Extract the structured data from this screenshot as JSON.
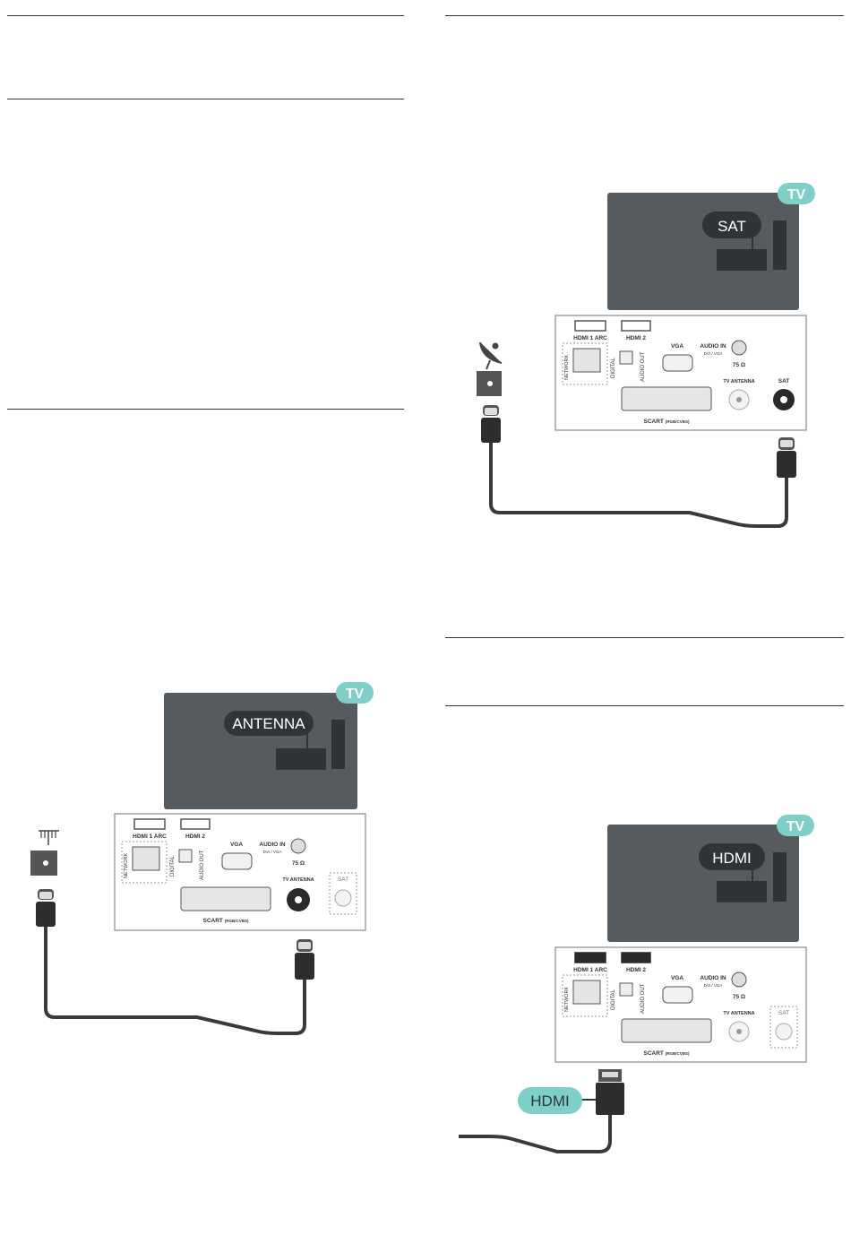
{
  "colors": {
    "tv_body": "#555b5e",
    "panel_border": "#8a8a8a",
    "badge": "#7fcfc9",
    "pill": "#2f3537",
    "pill_text": "#ffffff",
    "cable": "#3a3a3a",
    "port_outline": "#555555",
    "dotted": "#9a9a9a"
  },
  "diagrams": {
    "antenna": {
      "tv_badge": "TV",
      "tv_label": "ANTENNA",
      "panel": {
        "hdmi1": "HDMI 1 ARC",
        "hdmi2": "HDMI 2",
        "network": "NETWORK",
        "digital": "DIGITAL",
        "audio_out": "AUDIO OUT",
        "vga": "VGA",
        "audio_in": "AUDIO IN",
        "audio_in_sub": "DVI / VGA",
        "ohm": "75 Ω",
        "tv_antenna": "TV ANTENNA",
        "sat": "SAT",
        "scart": "SCART",
        "scart_sub": "(RGB/CVBS)"
      },
      "source_icon": "antenna-icon"
    },
    "satellite": {
      "tv_badge": "TV",
      "tv_label": "SAT",
      "panel": {
        "hdmi1": "HDMI 1 ARC",
        "hdmi2": "HDMI 2",
        "network": "NETWORK",
        "digital": "DIGITAL",
        "audio_out": "AUDIO OUT",
        "vga": "VGA",
        "audio_in": "AUDIO IN",
        "audio_in_sub": "DVI / VGA",
        "ohm": "75 Ω",
        "tv_antenna": "TV ANTENNA",
        "sat": "SAT",
        "scart": "SCART",
        "scart_sub": "(RGB/CVBS)"
      },
      "source_icon": "satellite-dish-icon"
    },
    "hdmi": {
      "tv_badge": "TV",
      "tv_label": "HDMI",
      "cable_label": "HDMI",
      "panel": {
        "hdmi1": "HDMI 1 ARC",
        "hdmi2": "HDMI 2",
        "network": "NETWORK",
        "digital": "DIGITAL",
        "audio_out": "AUDIO OUT",
        "vga": "VGA",
        "audio_in": "AUDIO IN",
        "audio_in_sub": "DVI / VGA",
        "ohm": "75 Ω",
        "tv_antenna": "TV ANTENNA",
        "sat": "SAT",
        "scart": "SCART",
        "scart_sub": "(RGB/CVBS)"
      }
    }
  }
}
